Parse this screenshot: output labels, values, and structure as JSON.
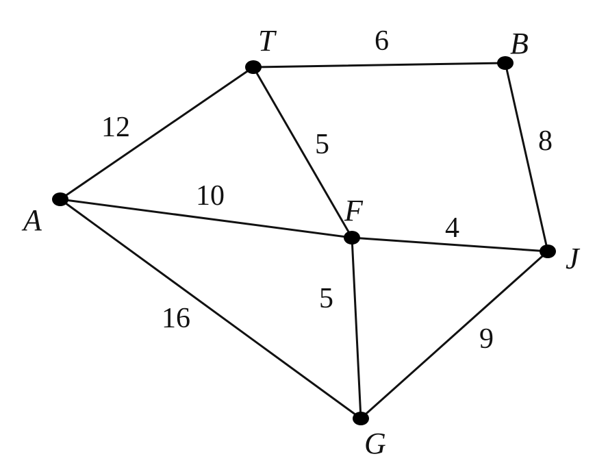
{
  "graph": {
    "nodes": [
      {
        "id": "T",
        "label": "T"
      },
      {
        "id": "B",
        "label": "B"
      },
      {
        "id": "A",
        "label": "A"
      },
      {
        "id": "F",
        "label": "F"
      },
      {
        "id": "J",
        "label": "J"
      },
      {
        "id": "G",
        "label": "G"
      }
    ],
    "edges": [
      {
        "from": "T",
        "to": "B",
        "weight": "6"
      },
      {
        "from": "A",
        "to": "T",
        "weight": "12"
      },
      {
        "from": "T",
        "to": "F",
        "weight": "5"
      },
      {
        "from": "B",
        "to": "J",
        "weight": "8"
      },
      {
        "from": "A",
        "to": "F",
        "weight": "10"
      },
      {
        "from": "F",
        "to": "J",
        "weight": "4"
      },
      {
        "from": "A",
        "to": "G",
        "weight": "16"
      },
      {
        "from": "F",
        "to": "G",
        "weight": "5"
      },
      {
        "from": "G",
        "to": "J",
        "weight": "9"
      }
    ]
  }
}
